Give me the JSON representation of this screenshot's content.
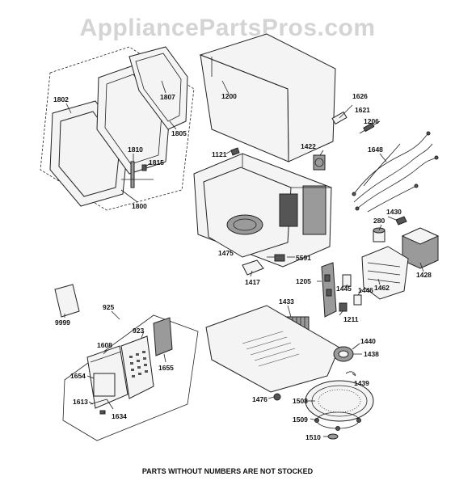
{
  "watermark": "AppliancePartsPros.com",
  "note": "PARTS WITHOUT NUMBERS ARE NOT STOCKED",
  "labels": {
    "p1802": "1802",
    "p1807": "1807",
    "p1805": "1805",
    "p1810": "1810",
    "p1815": "1815",
    "p1800": "1800",
    "p1200": "1200",
    "p1626": "1626",
    "p1621": "1621",
    "p1206": "1206",
    "p1121": "1121",
    "p1422": "1422",
    "p1648": "1648",
    "p1430": "1430",
    "p280": "280",
    "p1428": "1428",
    "p1475": "1475",
    "p5591": "5591",
    "p1417": "1417",
    "p1205": "1205",
    "p1445": "1445",
    "p1446": "1446",
    "p1462": "1462",
    "p1433": "1433",
    "p1211": "1211",
    "p9999": "9999",
    "p925": "925",
    "p923": "923",
    "p1608": "1608",
    "p1654": "1654",
    "p1655": "1655",
    "p1613": "1613",
    "p1634": "1634",
    "p1440": "1440",
    "p1438": "1438",
    "p1439": "1439",
    "p1476": "1476",
    "p1508": "1508",
    "p1509": "1509",
    "p1510": "1510"
  }
}
